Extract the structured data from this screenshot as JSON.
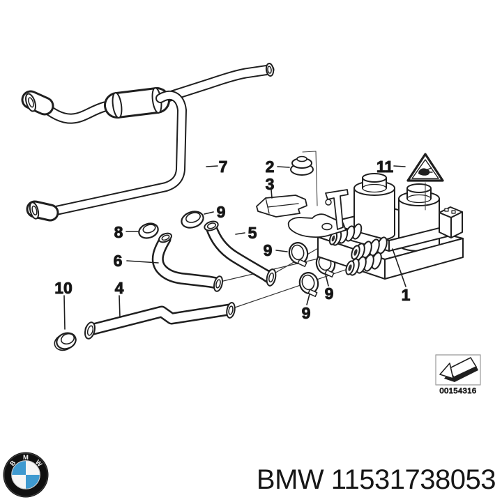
{
  "diagram": {
    "description": "BMW heater water valve and hose parts exploded diagram",
    "callouts": [
      "1",
      "2",
      "3",
      "4",
      "5",
      "6",
      "7",
      "8",
      "9",
      "10",
      "11"
    ],
    "stamp": {
      "code": "00154316"
    }
  },
  "footer": {
    "title": "BMW 11531738053",
    "logo_letters": [
      "B",
      "M",
      "W"
    ],
    "logo_blue": "#3f9ad0"
  },
  "colors": {
    "line": "#1f1f1f",
    "background": "#ffffff",
    "stamp_border": "#a8a8a8",
    "stamp_code": "#555555"
  }
}
